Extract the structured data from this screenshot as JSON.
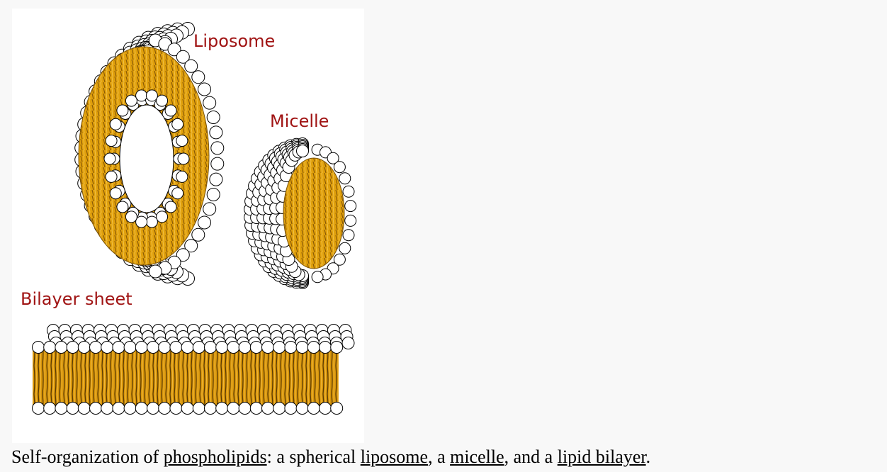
{
  "diagram": {
    "labels": {
      "liposome": "Liposome",
      "micelle": "Micelle",
      "bilayer": "Bilayer sheet"
    },
    "label_color": "#a01414",
    "colors": {
      "head_fill": "#ffffff",
      "head_stroke": "#000000",
      "tail_light": "#e8a40a",
      "tail_dark": "#6b4605",
      "tail_mid": "#c98a08"
    }
  },
  "caption": {
    "prefix": "Self-organization of ",
    "link_phospholipids": "phospholipids",
    "part_2": ": a spherical ",
    "link_liposome": "liposome",
    "part_3": ", a ",
    "link_micelle": "micelle",
    "part_4": ", and a ",
    "link_lipid_bilayer": "lipid bilayer",
    "suffix": "."
  }
}
